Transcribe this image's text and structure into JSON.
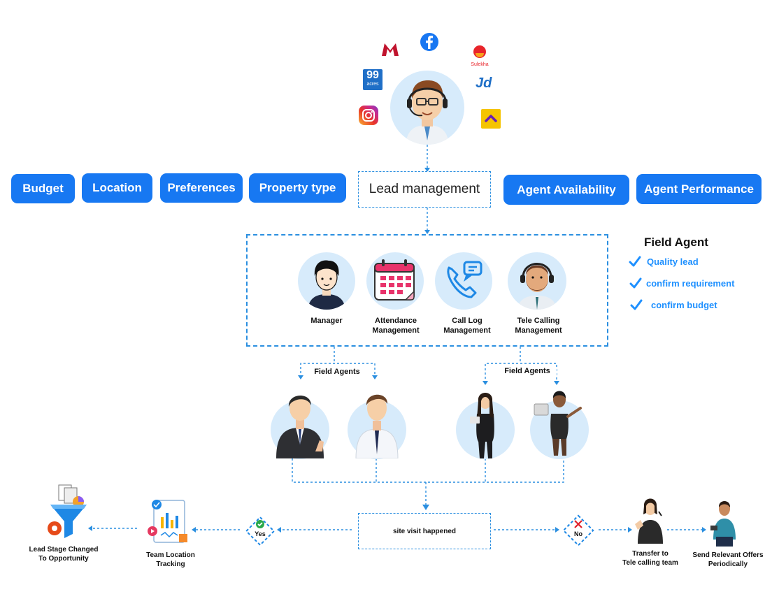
{
  "sources": [
    {
      "icon": "magicbricks-icon",
      "color": "#c0132d"
    },
    {
      "icon": "facebook-icon",
      "color": "#1877f2"
    },
    {
      "icon": "sulekha-icon",
      "label": "Sulekha",
      "color": "#e8242a"
    },
    {
      "icon": "99acres-icon",
      "label": "99",
      "sublabel": "acres",
      "color": "#1f6fc7"
    },
    {
      "icon": "justdial-icon",
      "label": "Jd",
      "color": "#1f6fc7"
    },
    {
      "icon": "instagram-icon",
      "color": "#d6297a"
    },
    {
      "icon": "housing-icon",
      "color": "#f5c400"
    }
  ],
  "top_pills": {
    "budget": "Budget",
    "location": "Location",
    "preferences": "Preferences",
    "property_type": "Property type",
    "agent_availability": "Agent Availability",
    "agent_performance": "Agent Performance"
  },
  "lead_management": "Lead management",
  "modules": {
    "manager": "Manager",
    "attendance": [
      "Attendance",
      "Management"
    ],
    "call_log": [
      "Call Log",
      "Management"
    ],
    "tele_calling": [
      "Tele Calling",
      "Management"
    ]
  },
  "field_agent_panel": {
    "title": "Field Agent",
    "items": [
      "Quality lead",
      "confirm requirement",
      "confirm budget"
    ]
  },
  "field_agents_left": "Field Agents",
  "field_agents_right": "Field Agents",
  "site_visit": "site visit happened",
  "yes_label": "Yes",
  "no_label": "No",
  "team_location": [
    "Team Location",
    "Tracking"
  ],
  "lead_stage": [
    "Lead Stage Changed",
    "To Opportunity"
  ],
  "transfer": [
    "Transfer to",
    "Tele calling team"
  ],
  "send_offers": [
    "Send Relevant Offers",
    "Periodically"
  ],
  "colors": {
    "accent": "#1778f2",
    "dashed": "#2b8fe0",
    "circle_bg": "#d7ebfb",
    "check": "#1e90ff",
    "yes": "#2aa84a",
    "no": "#e0202a"
  }
}
